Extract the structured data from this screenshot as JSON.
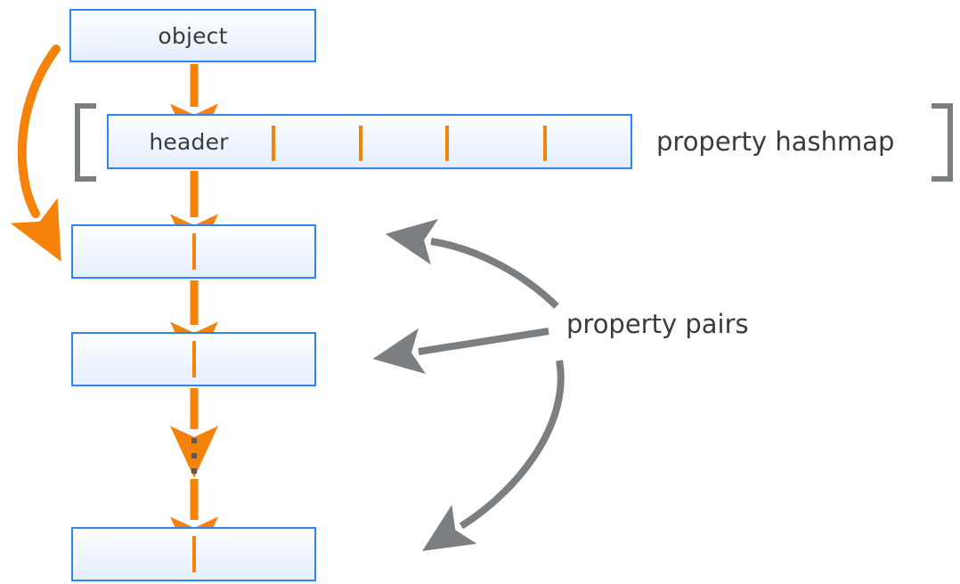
{
  "diagram": {
    "title": "JavaScript object property hashmap layout",
    "colors": {
      "box_border": "#2f86f0",
      "box_fill_top": "#fdfeff",
      "box_fill_bottom": "#e4eefc",
      "orange": "#f5820b",
      "gray": "#7b7f82",
      "text": "#3b3b3b",
      "background": "#ffffff"
    },
    "nodes": {
      "object_box": {
        "label": "object"
      },
      "hashmap_bar": {
        "label": "header",
        "tick_count": 4
      }
    },
    "labels": {
      "hashmap_caption": "property hashmap",
      "pairs_caption": "property pairs"
    },
    "property_pairs": [
      {
        "label": ""
      },
      {
        "label": ""
      },
      {
        "label": ""
      }
    ],
    "ellipsis": {
      "dot_count": 3,
      "meaning": "continues"
    },
    "arrows": {
      "object_to_header": {
        "color": "#f5820b",
        "direction": "down",
        "style": "thick-solid"
      },
      "header_to_pair_0": {
        "color": "#f5820b",
        "direction": "down",
        "style": "thick-solid"
      },
      "pair_0_to_pair_1": {
        "color": "#f5820b",
        "direction": "down",
        "style": "thick-solid"
      },
      "pair_1_to_ellipsis": {
        "color": "#f5820b",
        "direction": "down",
        "style": "thick-solid"
      },
      "ellipsis_to_pair_2": {
        "color": "#f5820b",
        "direction": "down",
        "style": "thick-solid"
      },
      "object_curve_to_pair_0": {
        "color": "#f5820b",
        "direction": "curve-down-left",
        "style": "thick-curved"
      },
      "pairs_callout_top": {
        "color": "#7b7f82",
        "direction": "curve-up-left",
        "style": "curved"
      },
      "pairs_callout_middle": {
        "color": "#7b7f82",
        "direction": "left",
        "style": "straight"
      },
      "pairs_callout_bottom": {
        "color": "#7b7f82",
        "direction": "curve-down-left",
        "style": "curved"
      }
    },
    "brackets": {
      "left": "[",
      "right": "]"
    }
  }
}
